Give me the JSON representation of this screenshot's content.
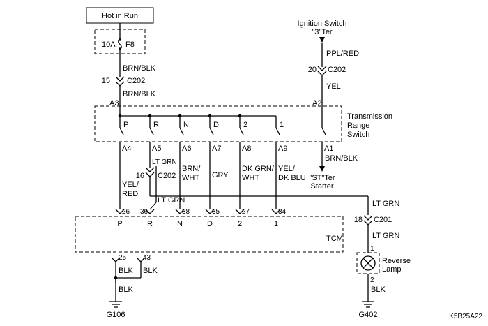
{
  "power": {
    "hot_in_run": "Hot in Run"
  },
  "fuse": {
    "rating": "10A",
    "name": "F8"
  },
  "ignition": {
    "line1": "Ignition Switch",
    "line2": "\"3\"Ter"
  },
  "wires": {
    "brn_blk_1": "BRN/BLK",
    "brn_blk_2": "BRN/BLK",
    "brn_blk_a1": "BRN/BLK",
    "ppl_red": "PPL/RED",
    "yel_a2": "YEL",
    "yel_red_1": "YEL/",
    "yel_red_2": "RED",
    "lt_grn_a5": "LT GRN",
    "lt_grn_36": "LT GRN",
    "brn_wht_1": "BRN/",
    "brn_wht_2": "WHT",
    "gry": "GRY",
    "dk_grn_wht_1": "DK GRN/",
    "dk_grn_wht_2": "WHT",
    "yel_dk_blu_1": "YEL/",
    "yel_dk_blu_2": "DK BLU",
    "lt_grn_c201_top": "LT GRN",
    "lt_grn_c201_bot": "LT GRN",
    "blk_25": "BLK",
    "blk_43": "BLK",
    "blk_g106": "BLK",
    "blk_g402": "BLK"
  },
  "connectors": {
    "c202_15": {
      "pin": "15",
      "name": "C202"
    },
    "c202_20": {
      "pin": "20",
      "name": "C202"
    },
    "c202_16": {
      "pin": "16",
      "name": "C202"
    },
    "c201_18": {
      "pin": "18",
      "name": "C201"
    }
  },
  "trs": {
    "title_1": "Transmission",
    "title_2": "Range",
    "title_3": "Switch",
    "pin_a3": "A3",
    "pin_a2": "A2",
    "positions": [
      "P",
      "R",
      "N",
      "D",
      "2",
      "1"
    ],
    "bottom_pins": [
      "A4",
      "A5",
      "A6",
      "A7",
      "A8",
      "A9"
    ],
    "pin_a1": "A1"
  },
  "starter": {
    "line1": "\"ST\"Ter",
    "line2": "Starter"
  },
  "tcm": {
    "name": "TCM",
    "pins": [
      "26",
      "36",
      "38",
      "35",
      "27",
      "34"
    ],
    "labels": [
      "P",
      "R",
      "N",
      "D",
      "2",
      "1"
    ],
    "ground_pins": [
      "25",
      "43"
    ]
  },
  "reverse_lamp": {
    "pin_top": "1",
    "pin_bottom": "2",
    "line1": "Reverse",
    "line2": "Lamp"
  },
  "grounds": {
    "g106": "G106",
    "g402": "G402"
  },
  "figure_id": "K5B25A22"
}
